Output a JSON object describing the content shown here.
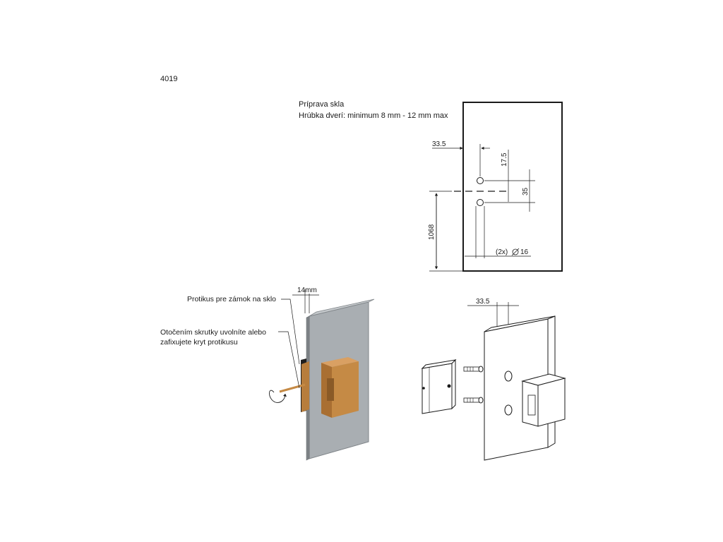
{
  "product_code": "4019",
  "preparation": {
    "title": "Príprava skla",
    "thickness": "Hrúbka dverí: minimum 8 mm - 12 mm max"
  },
  "notes": {
    "counterpart": "Protikus pre zámok na sklo",
    "screw_line1": "Otočením skrutky uvolníte alebo",
    "screw_line2": "zafixujete kryt protikusu"
  },
  "dimensions": {
    "edge_offset": "33.5",
    "hole_offset": "17.5",
    "hole_spacing": "35",
    "height": "1068",
    "holes": "(2x)",
    "hole_diameter": "16",
    "glass_gap": "14mm",
    "iso_edge_offset": "33.5"
  },
  "colors": {
    "glass": "#a9aeb2",
    "brass": "#c58a45",
    "line": "#1a1a1a"
  }
}
